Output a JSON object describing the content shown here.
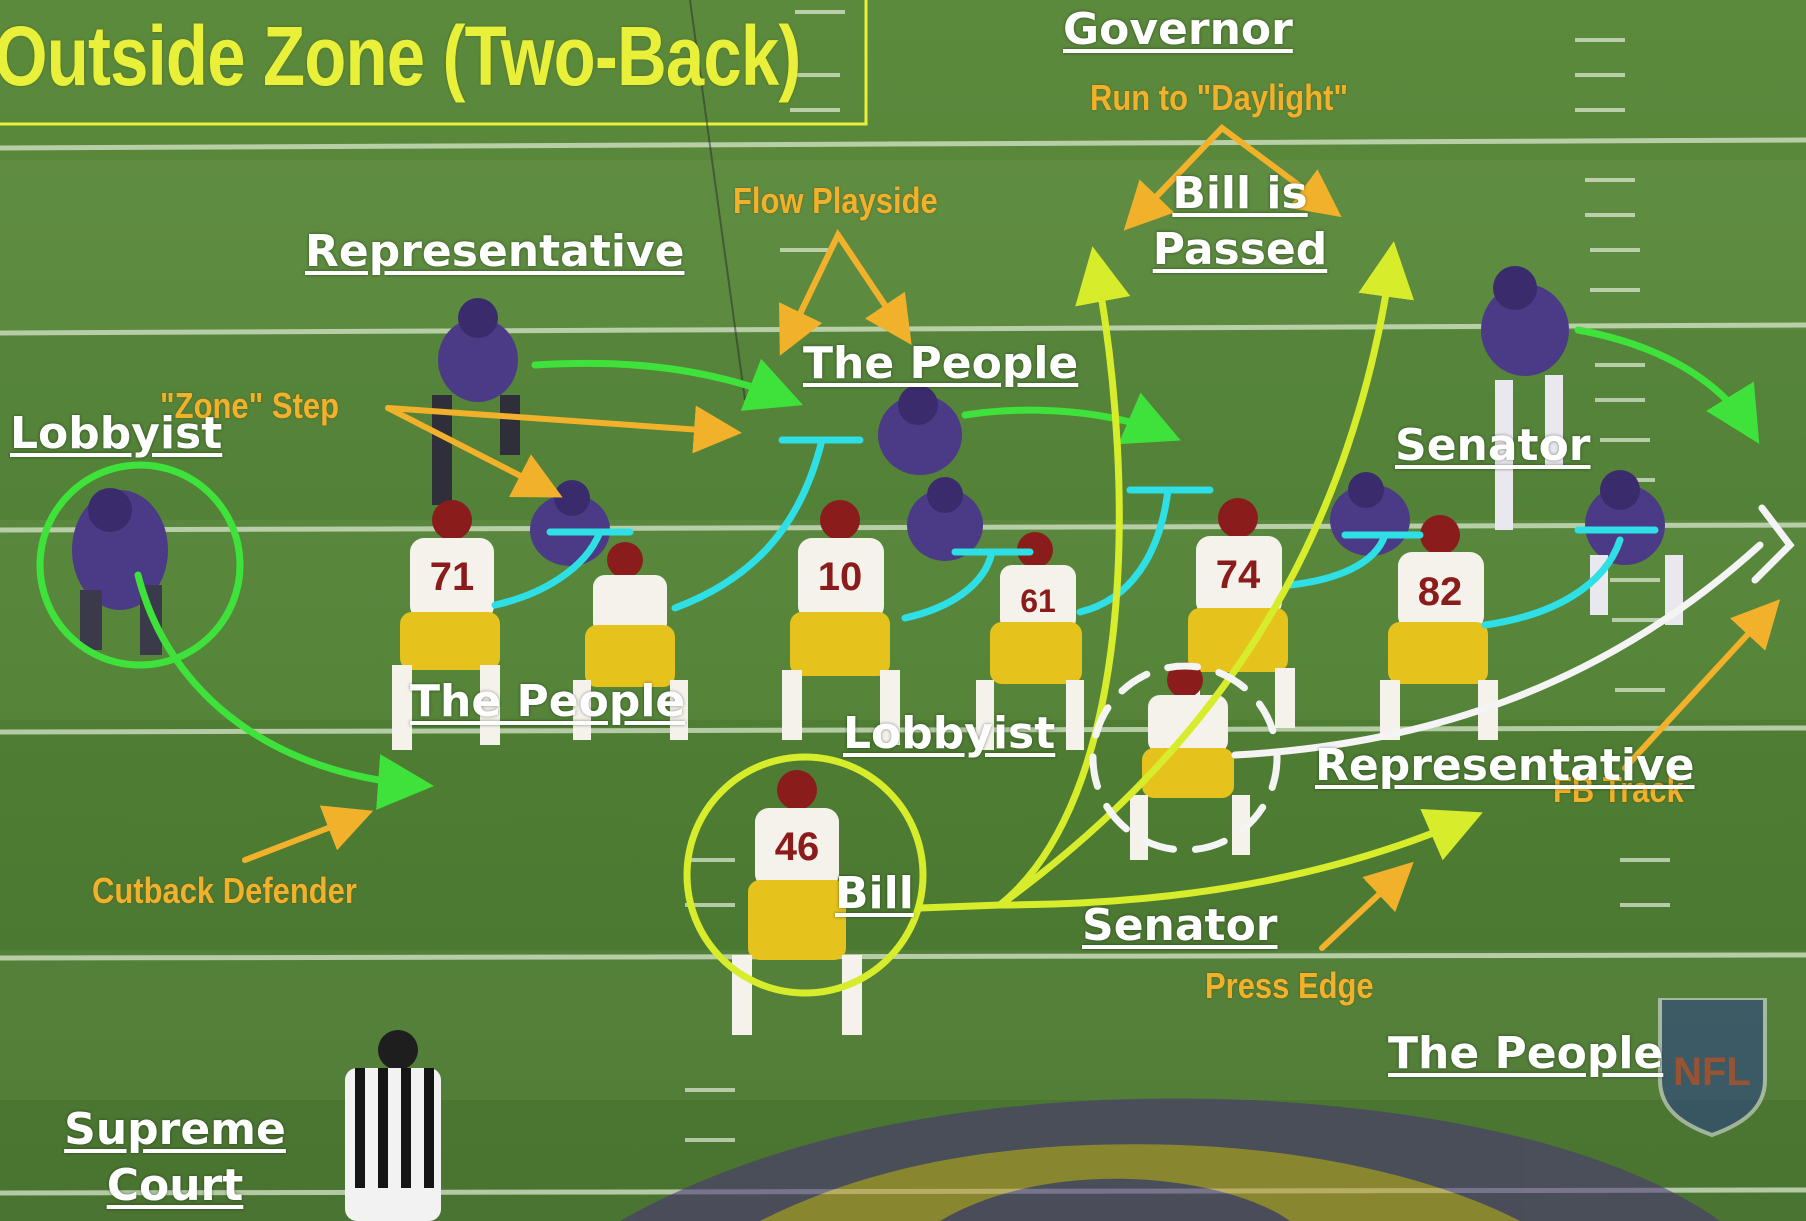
{
  "title": "Outside Zone (Two-Back)",
  "labels": {
    "governor": "Governor",
    "run_to_daylight": "Run to \"Daylight\"",
    "bill_is_passed_line1": "Bill is",
    "bill_is_passed_line2": "Passed",
    "flow_playside": "Flow Playside",
    "representative_top": "Representative",
    "the_people_top": "The People",
    "zone_step": "\"Zone\" Step",
    "lobbyist_left": "Lobbyist",
    "senator_right": "Senator",
    "the_people_mid": "The People",
    "lobbyist_mid": "Lobbyist",
    "representative_right": "Representative",
    "fb_track": "FB Track",
    "bill": "Bill",
    "senator_bottom": "Senator",
    "cutback_defender": "Cutback Defender",
    "press_edge": "Press Edge",
    "the_people_bottom": "The People",
    "supreme_court_line1": "Supreme",
    "supreme_court_line2": "Court"
  },
  "jerseys": {
    "p71": "71",
    "p10": "10",
    "p74": "74",
    "p82": "82",
    "p46": "46",
    "p61": "61"
  },
  "watermark": "NFL",
  "colors": {
    "field": "#55843a",
    "yard_line": "#d8e6cc",
    "title_yellow": "#e8f03a",
    "annotation_orange": "#f2b12a",
    "label_white": "#ffffff",
    "arrow_green": "#3ee23a",
    "block_cyan": "#2ee0e6",
    "path_yellow": "#d7ec2a",
    "path_white": "#f4f4f4",
    "offense_white": "#f4f2ea",
    "offense_gold": "#e6c21c",
    "defense_purple": "#4b3a86"
  }
}
